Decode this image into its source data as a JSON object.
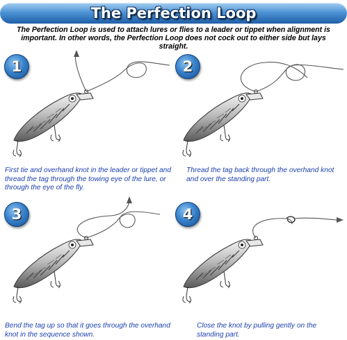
{
  "title": "The Perfection Loop",
  "intro": "The Perfection Loop is used to attach lures or flies to a leader or tippet when alignment is important. In other words, the Perfection Loop does not cock out to either side but lays straight.",
  "steps": [
    {
      "number": "1",
      "caption": "First tie and overhand knot in the leader or tippet and thread the tag through the towing eye of the lure, or through the eye of the fly."
    },
    {
      "number": "2",
      "caption": "Thread the tag back through the overhand knot and over the standing part."
    },
    {
      "number": "3",
      "caption": "Bend the tag up so that it goes through the overhand knot in the sequence shown."
    },
    {
      "number": "4",
      "caption": "Close the knot by pulling gently on the standing part."
    }
  ],
  "colors": {
    "banner": "#2a6fb8",
    "caption": "#1b3fb0",
    "badge": "#3a83cc"
  }
}
